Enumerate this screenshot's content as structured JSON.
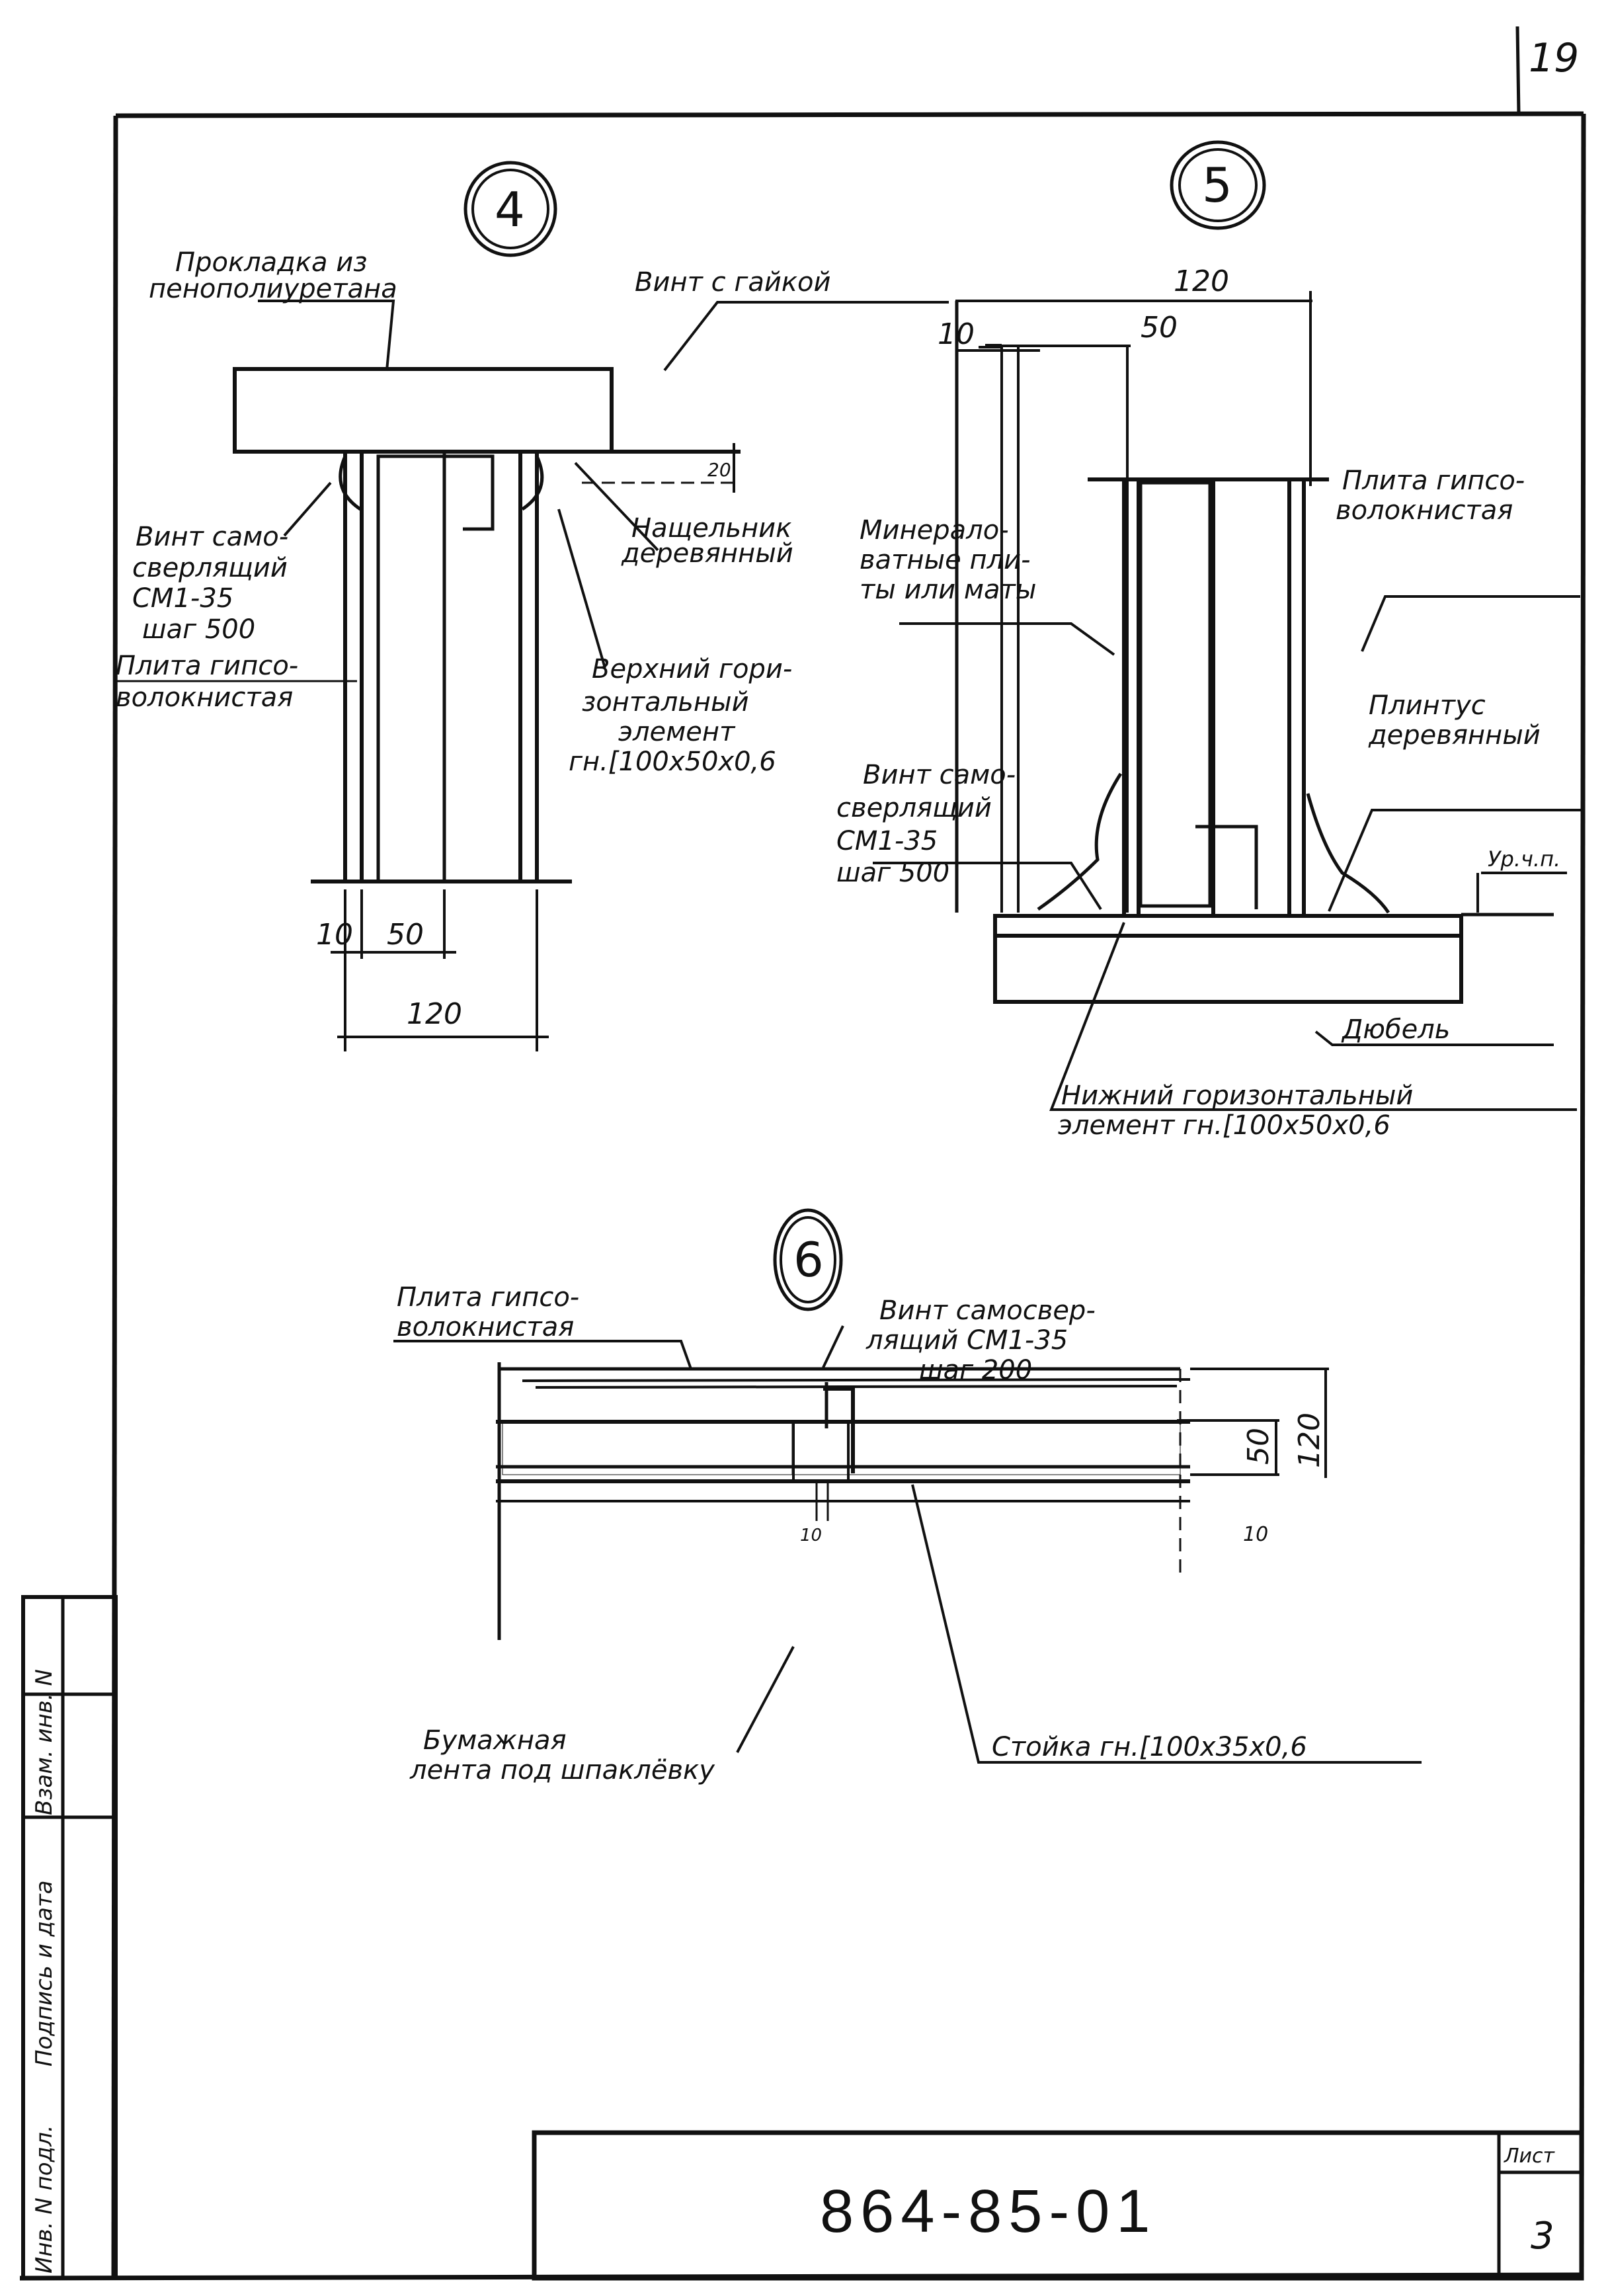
{
  "sheet": {
    "top_page_number": "19",
    "document_code": "864-85-01",
    "sheet_label": "Лист",
    "sheet_number": "3",
    "side_stamp": {
      "cells": [
        "Инв. N подл.",
        "Подпись и дата",
        "Взам. инв. N"
      ]
    }
  },
  "detail_4": {
    "marker": "4",
    "labels": {
      "gasket_l1": "Прокладка из",
      "gasket_l2": "пенополиуретана",
      "screw_anchor": "Винт с гайкой",
      "screw_self_l1": "Винт само-",
      "screw_self_l2": "сверлящий",
      "screw_self_l3": "СМ1-35",
      "screw_self_l4": "шаг 500",
      "strip_l1": "Нащельник",
      "strip_l2": "деревянный",
      "top_elem_l1": "Верхний гори-",
      "top_elem_l2": "зонтальный",
      "top_elem_l3": "элемент",
      "top_elem_l4": "гн.[100x50x0,6",
      "board_l1": "Плита гипсо-",
      "board_l2": "волокнистая"
    },
    "dimensions": {
      "d10": "10",
      "d50": "50",
      "d120": "120",
      "d20": "20"
    }
  },
  "detail_5": {
    "marker": "5",
    "labels": {
      "mineral_l1": "Минерало-",
      "mineral_l2": "ватные пли-",
      "mineral_l3": "ты или маты",
      "board_l1": "Плита гипсо-",
      "board_l2": "волокнистая",
      "plinth_l1": "Плинтус",
      "plinth_l2": "деревянный",
      "screw_l1": "Винт само-",
      "screw_l2": "сверлящий",
      "screw_l3": "СМ1-35",
      "screw_l4": "шаг 500",
      "floor_level": "Ур.ч.п.",
      "dowel": "Дюбель",
      "bottom_elem_l1": "Нижний горизонтальный",
      "bottom_elem_l2": "элемент гн.[100x50x0,6"
    },
    "dimensions": {
      "d120": "120",
      "d50": "50",
      "d10": "10"
    }
  },
  "detail_6": {
    "marker": "6",
    "labels": {
      "board_l1": "Плита гипсо-",
      "board_l2": "волокнистая",
      "screw_l1": "Винт самосвер-",
      "screw_l2": "лящий СМ1-35",
      "screw_l3": "шаг 200",
      "tape_l1": "Бумажная",
      "tape_l2": "лента под шпаклёвку",
      "stud": "Стойка гн.[100x35x0,6"
    },
    "dimensions": {
      "d120": "120",
      "d50": "50",
      "d10a": "10",
      "d10b": "10"
    }
  }
}
